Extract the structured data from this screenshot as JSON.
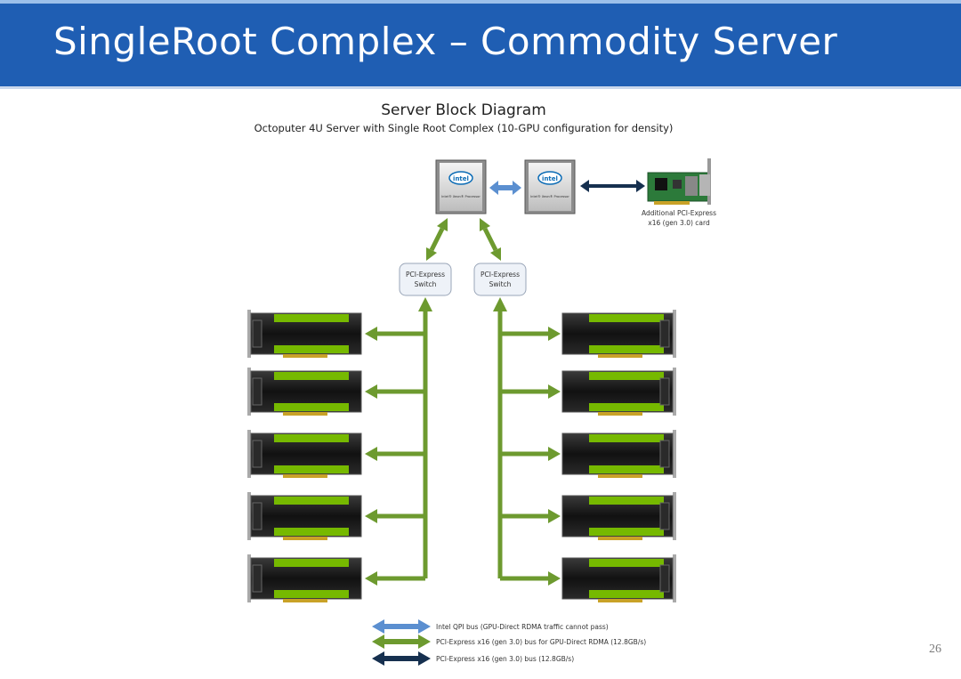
{
  "slide": {
    "title": "SingleRoot Complex – Commodity Server",
    "page_number": "26"
  },
  "diagram": {
    "heading": "Server Block Diagram",
    "subheading": "Octoputer 4U Server with Single Root Complex (10-GPU configuration for density)",
    "cpu_brand": "intel",
    "cpu_label": "Intel® Xeon® Processor",
    "pcie_card_caption_line1": "Additional PCI-Express",
    "pcie_card_caption_line2": "x16 (gen 3.0) card",
    "switch_left_line1": "PCI-Express",
    "switch_left_line2": "Switch",
    "switch_right_line1": "PCI-Express",
    "switch_right_line2": "Switch",
    "gpus_per_side": 5,
    "legend": [
      {
        "label": "Intel QPI bus (GPU-Direct RDMA traffic cannot pass)",
        "color": "#5b8fd0"
      },
      {
        "label": "PCI-Express x16 (gen 3.0) bus for GPU-Direct RDMA (12.8GB/s)",
        "color": "#6d9a2f"
      },
      {
        "label": "PCI-Express x16 (gen 3.0) bus (12.8GB/s)",
        "color": "#16304f"
      }
    ],
    "colors": {
      "qpi": "#5b8fd0",
      "pcie_green": "#6d9a2f",
      "pcie_dark": "#16304f",
      "gpu_green": "#76b900",
      "switch_fill": "#eef2f8"
    }
  }
}
